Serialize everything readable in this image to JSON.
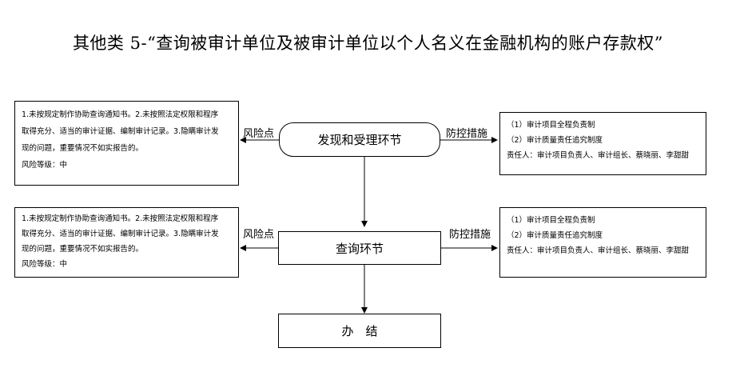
{
  "title": "其他类 5-“查询被审计单位及被审计单位以个人名义在金融机构的账户存款权”",
  "stages": [
    {
      "node_label": "发现和受理环节",
      "risk_label": "风险点",
      "control_label": "防控措施",
      "risk_lines": [
        "1.未按规定制作协助查询通知书。2.未按照法定权限和程序",
        "取得充分、适当的审计证据、编制审计记录。3.隐瞒审计发",
        "现的问题，重要情况不如实报告的。",
        "风险等级：中"
      ],
      "control_lines": [
        "（1）审计项目全程负责制",
        "（2）审计质量责任追究制度",
        "责任人：审计项目负责人、审计组长、蔡晓丽、李甜甜"
      ]
    },
    {
      "node_label": "查询环节",
      "risk_label": "风险点",
      "control_label": "防控措施",
      "risk_lines": [
        "1.未按规定制作协助查询通知书。2.未按照法定权限和程序",
        "取得充分、适当的审计证据、编制审计记录。3.隐瞒审计发",
        "现的问题，重要情况不如实报告的。",
        "风险等级：中"
      ],
      "control_lines": [
        "（1）审计项目全程负责制",
        "（2）审计质量责任追究制度",
        "责任人：审计项目负责人、审计组长、蔡晓丽、李甜甜"
      ]
    }
  ],
  "end_node": {
    "label": "办　结"
  }
}
